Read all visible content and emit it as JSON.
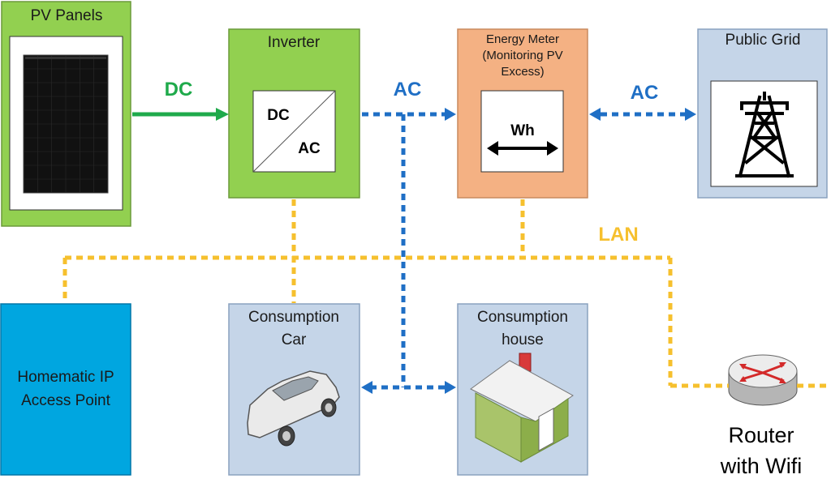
{
  "colors": {
    "pv_block": "#92d050",
    "inverter_block": "#92d050",
    "meter_block": "#f4b183",
    "grid_block": "#c5d5e8",
    "consumption_block": "#c5d5e8",
    "homematic_block": "#00a6e0",
    "dc_flow": "#1faa4b",
    "ac_flow": "#1f6fc5",
    "lan_flow": "#f6c02e"
  },
  "blocks": {
    "pv_panels": {
      "title": "PV Panels",
      "icon": "solar-panel-icon"
    },
    "inverter": {
      "title": "Inverter",
      "inner_top": "DC",
      "inner_bottom": "AC"
    },
    "energy_meter": {
      "title_line1": "Energy Meter",
      "title_line2": "(Monitoring PV",
      "title_line3": "Excess)",
      "inner": "Wh",
      "icon": "bidirectional-arrow-icon"
    },
    "public_grid": {
      "title": "Public Grid",
      "icon": "power-pylon-icon"
    },
    "homematic": {
      "title_line1": "Homematic IP",
      "title_line2": "Access Point"
    },
    "consumption_car": {
      "title_line1": "Consumption",
      "title_line2": "Car",
      "icon": "car-icon"
    },
    "consumption_house": {
      "title_line1": "Consumption",
      "title_line2": "house",
      "icon": "house-icon"
    },
    "router": {
      "title_line1": "Router",
      "title_line2": "with Wifi",
      "icon": "router-icon"
    }
  },
  "flows": {
    "dc": "DC",
    "ac_inverter_meter": "AC",
    "ac_meter_grid": "AC",
    "lan": "LAN"
  }
}
